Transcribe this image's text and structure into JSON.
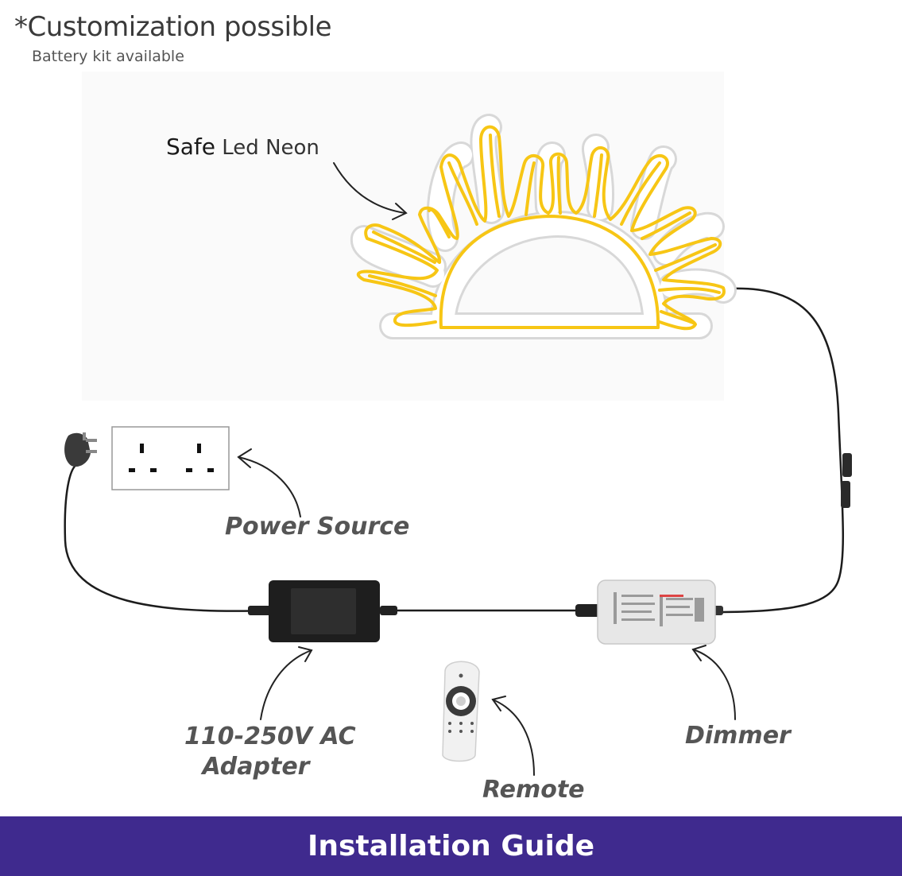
{
  "header": {
    "headline": "*Customization possible",
    "subline": "Battery kit available"
  },
  "diagram": {
    "neon_label_main": "Safe",
    "neon_label_rest": " Led Neon",
    "power_source_label": "Power Source",
    "adapter_label_line1": "110-250V AC",
    "adapter_label_line2": "Adapter",
    "remote_label": "Remote",
    "dimmer_label": "Dimmer",
    "colors": {
      "neon": "#f7c615",
      "cable": "#1c1c1c",
      "banner": "#3f2a8e"
    }
  },
  "footer": {
    "title": "Installation Guide"
  }
}
